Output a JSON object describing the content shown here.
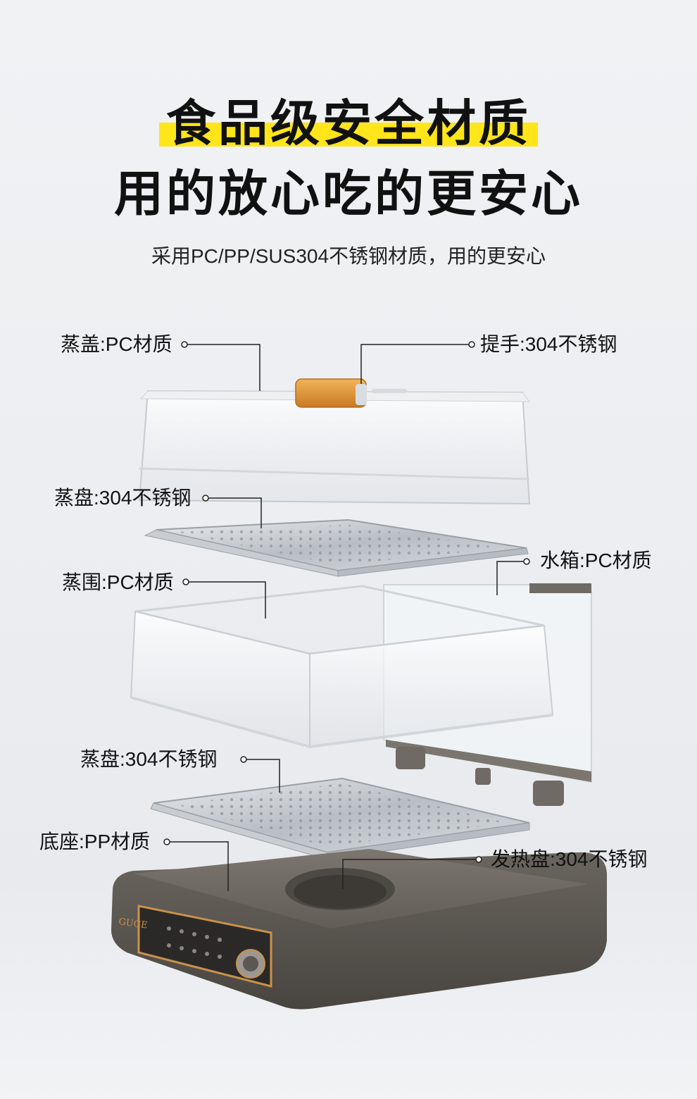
{
  "title": {
    "line1": "食品级安全材质",
    "line2": "用的放心吃的更安心"
  },
  "subtitle": "采用PC/PP/SUS304不锈钢材质，用的更安心",
  "brand": "GUGE",
  "labels": {
    "lid": "蒸盖:PC材质",
    "handle": "提手:304不锈钢",
    "tray_upper": "蒸盘:304不锈钢",
    "water_tank": "水箱:PC材质",
    "steam_ring": "蒸围:PC材质",
    "tray_lower": "蒸盘:304不锈钢",
    "base": "底座:PP材质",
    "heating_plate": "发热盘:304不锈钢"
  },
  "colors": {
    "highlight": "#ffe51a",
    "handle_orange": "#e69a3a",
    "base_dark": "#5a5550",
    "panel_gold": "#c8924a"
  }
}
